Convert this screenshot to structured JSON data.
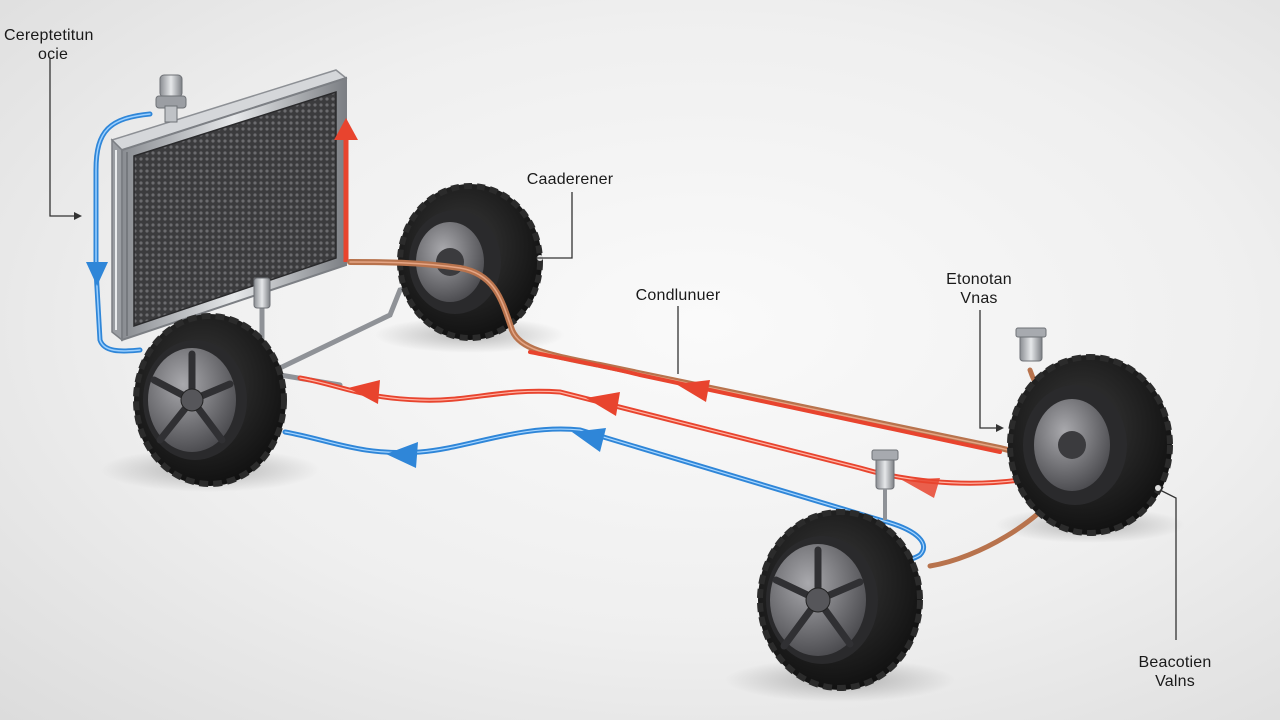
{
  "labels": {
    "cooling": {
      "line1": "Cereptetitun",
      "line2": "ocie"
    },
    "condenser": "Caaderener",
    "conduit": "Condlunuer",
    "evaporator_top": {
      "line1": "Etonotan",
      "line2": "Vnas"
    },
    "evaporator_bottom": {
      "line1": "Beacotien",
      "line2": "Valns"
    }
  },
  "colors": {
    "hot_line": "#e8442e",
    "cold_line": "#2f86d8",
    "copper_line": "#b8734d",
    "tire": "#1d1d1d",
    "rim": "#6e6e72",
    "radiator_frame": "#b9bcc0",
    "radiator_core": "#4a4a4c"
  }
}
